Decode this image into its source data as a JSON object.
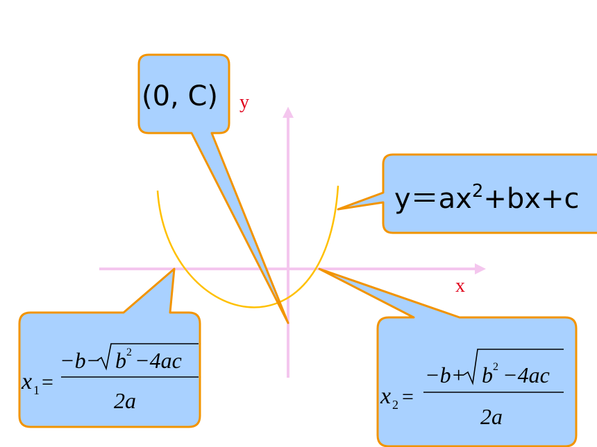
{
  "colors": {
    "axis": "#f4c6ee",
    "parabola": "#ffc000",
    "callout_fill": "#a9d1ff",
    "callout_stroke": "#f29400",
    "axis_label": "#e0001b"
  },
  "axes": {
    "x_label": "x",
    "y_label": "y"
  },
  "callouts": {
    "intercept": {
      "text": "(0, C)"
    },
    "equation": {
      "y": "y",
      "eq": "＝",
      "rest": "ax",
      "sup": "2",
      "tail": "+bx+c"
    },
    "root1": {
      "var": "x",
      "sub": "1",
      "eq": "=",
      "num_pre": "−b−",
      "b": "b",
      "b_sup": "2",
      "rest": "−4ac",
      "den": "2a"
    },
    "root2": {
      "var": "x",
      "sub": "2",
      "eq": "=",
      "num_pre": "−b+",
      "b": "b",
      "b_sup": "2",
      "rest": "−4ac",
      "den": "2a"
    }
  }
}
